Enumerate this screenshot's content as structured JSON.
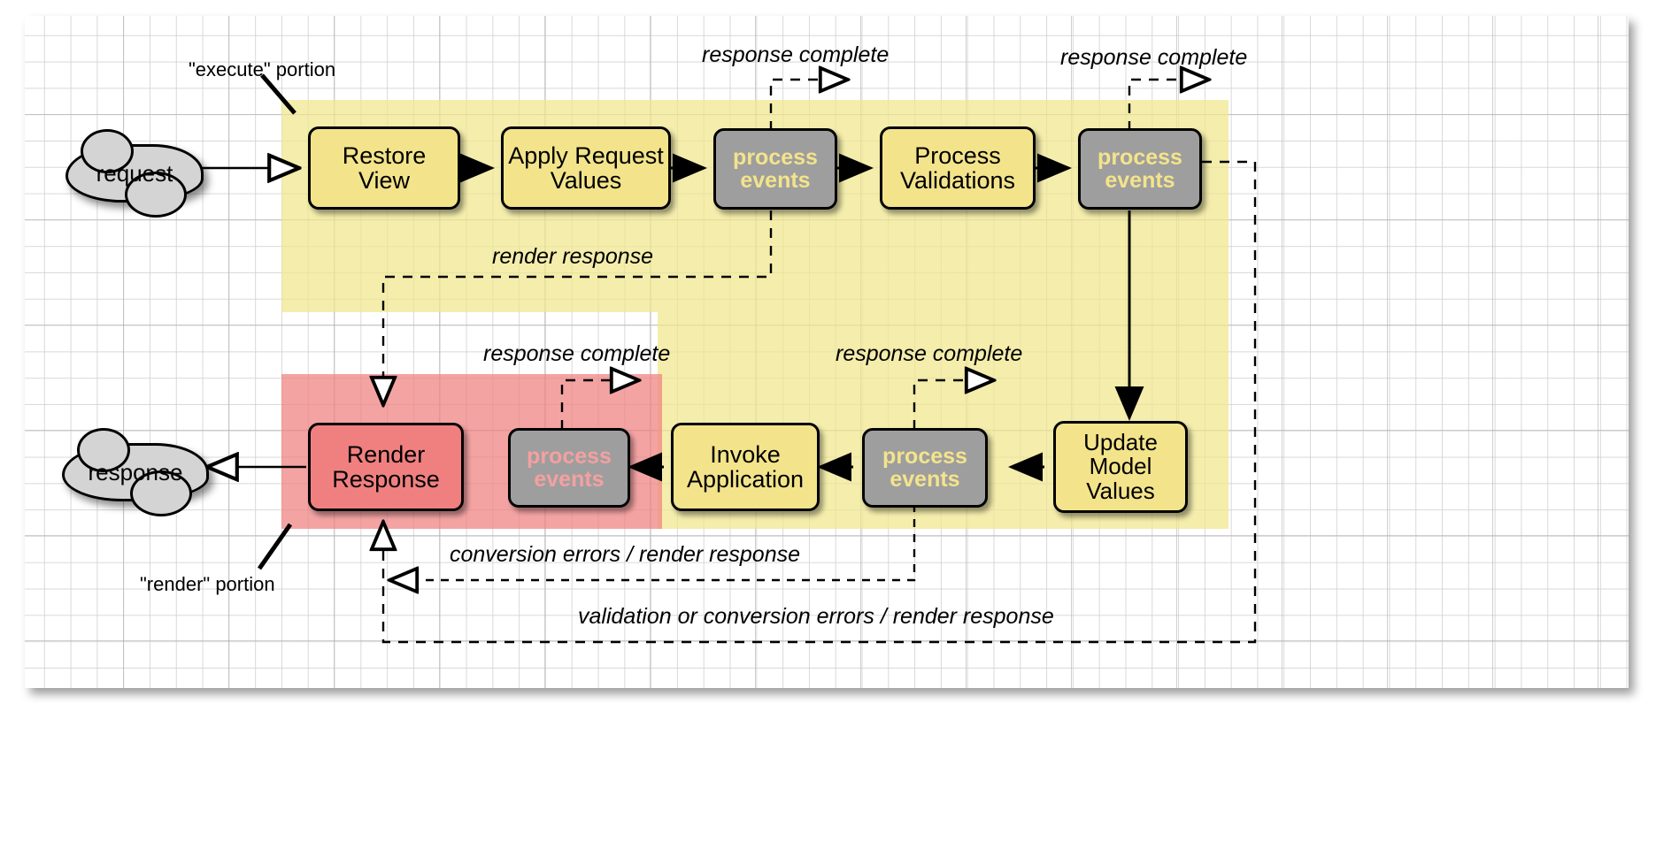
{
  "diagram": {
    "title": "JSF request processing lifecycle",
    "colors": {
      "execute_region": "#f0e68c",
      "render_region": "#f08080",
      "phase_box": "#f3e48b",
      "render_box": "#f08080",
      "event_box": "#9e9e9e",
      "cloud": "#d4d4d4",
      "stroke": "#000000"
    }
  },
  "clouds": [
    {
      "id": "request",
      "label": "request"
    },
    {
      "id": "response",
      "label": "response"
    }
  ],
  "annotations": {
    "execute_portion": "\"execute\" portion",
    "render_portion": "\"render\" portion"
  },
  "phases": [
    {
      "id": "restore-view",
      "label_line1": "Restore",
      "label_line2": "View",
      "kind": "phase"
    },
    {
      "id": "apply-request-values",
      "label_line1": "Apply Request",
      "label_line2": "Values",
      "kind": "phase"
    },
    {
      "id": "process-events-1",
      "label_line1": "process",
      "label_line2": "events",
      "kind": "event"
    },
    {
      "id": "process-validations",
      "label_line1": "Process",
      "label_line2": "Validations",
      "kind": "phase"
    },
    {
      "id": "process-events-2",
      "label_line1": "process",
      "label_line2": "events",
      "kind": "event"
    },
    {
      "id": "update-model-values",
      "label_line1": "Update",
      "label_line2": "Model",
      "label_line3": "Values",
      "kind": "phase"
    },
    {
      "id": "process-events-3",
      "label_line1": "process",
      "label_line2": "events",
      "kind": "event"
    },
    {
      "id": "invoke-application",
      "label_line1": "Invoke",
      "label_line2": "Application",
      "kind": "phase"
    },
    {
      "id": "process-events-4",
      "label_line1": "process",
      "label_line2": "events",
      "kind": "event"
    },
    {
      "id": "render-response",
      "label_line1": "Render",
      "label_line2": "Response",
      "kind": "render"
    }
  ],
  "edge_labels": {
    "response_complete_1": "response complete",
    "response_complete_2": "response complete",
    "response_complete_3": "response complete",
    "response_complete_4": "response complete",
    "render_response": "render response",
    "conversion_errors": "conversion errors / render response",
    "validation_errors": "validation or conversion errors / render response"
  }
}
